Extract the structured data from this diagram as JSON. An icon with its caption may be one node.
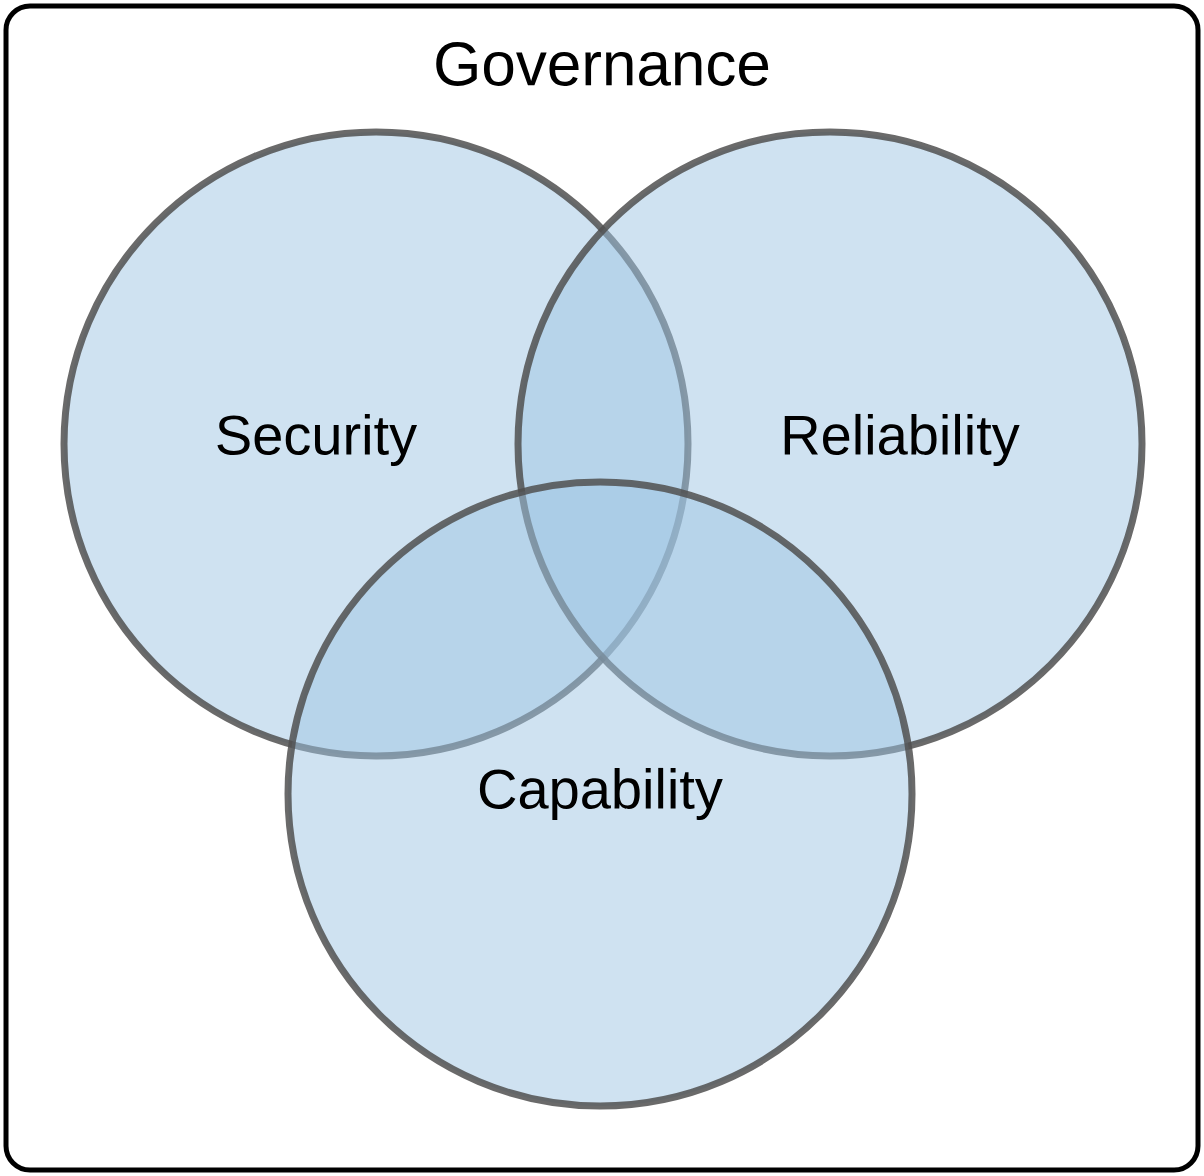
{
  "diagram": {
    "nodes": [
      {
        "text": [
          "Governance"
        ]
      },
      {
        "text": [
          "Security"
        ],
        "in": 0
      },
      {
        "text": [
          "Reliability"
        ],
        "in": 0
      },
      {
        "text": [
          "Capability"
        ],
        "in": 0
      }
    ]
  }
}
